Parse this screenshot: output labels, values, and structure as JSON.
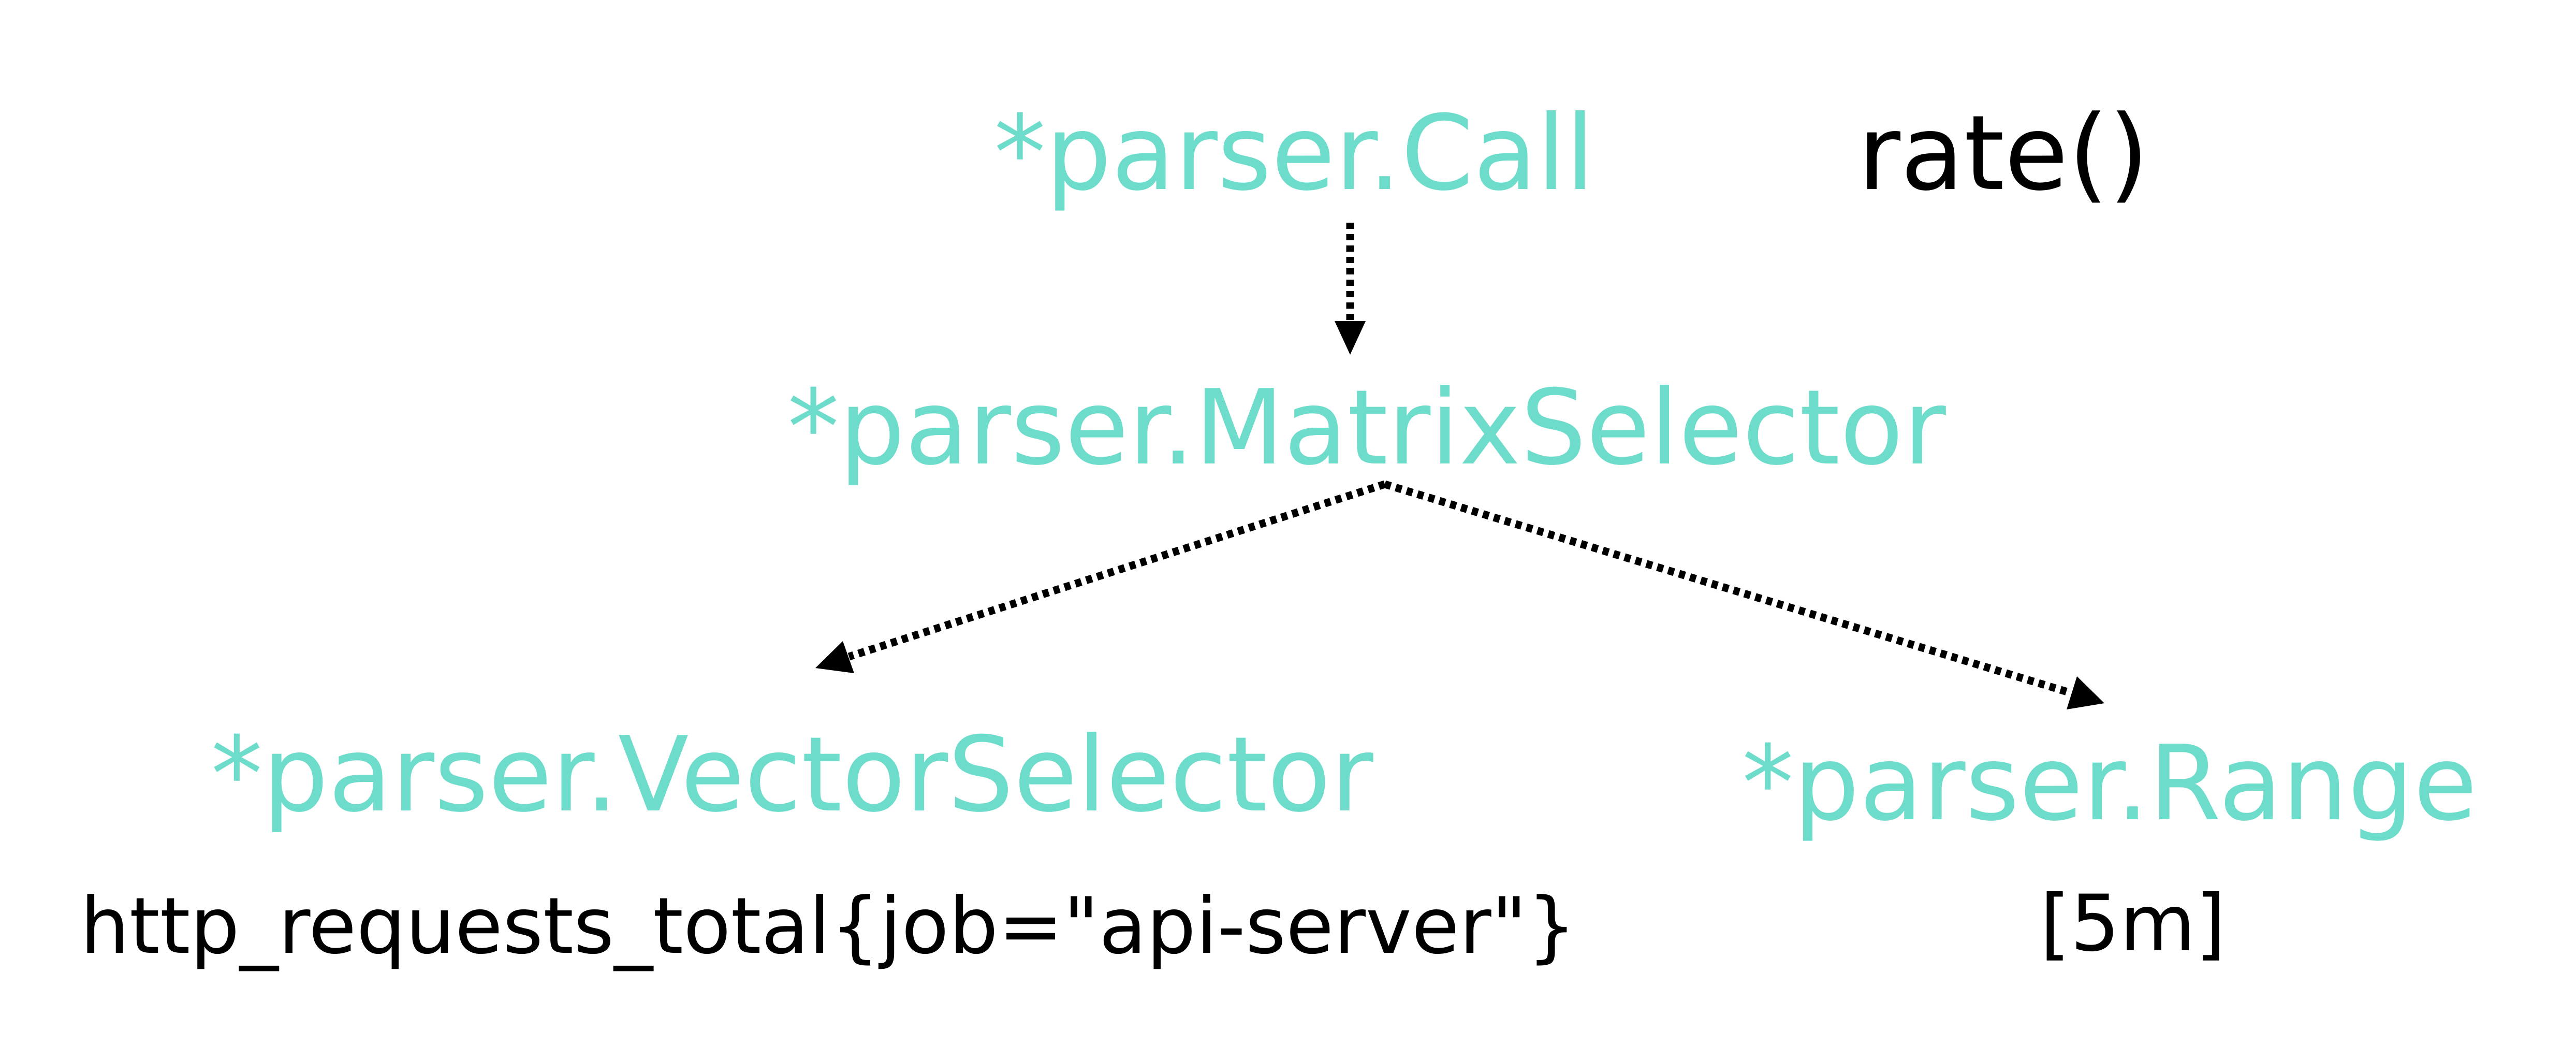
{
  "colors": {
    "node_type": "#6ddccb",
    "expression": "#000000",
    "background": "#ffffff"
  },
  "nodes": {
    "call": {
      "type": "*parser.Call",
      "expr": "rate()"
    },
    "matrix_selector": {
      "type": "*parser.MatrixSelector"
    },
    "vector_selector": {
      "type": "*parser.VectorSelector",
      "expr": "http_requests_total{job=\"api-server\"}"
    },
    "range": {
      "type": "*parser.Range",
      "expr": "[5m]"
    }
  }
}
